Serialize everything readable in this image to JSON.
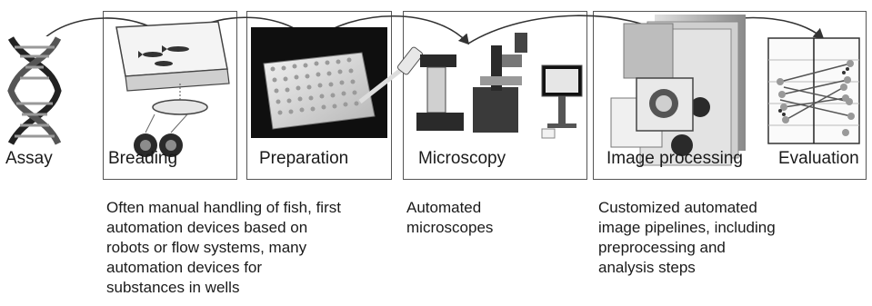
{
  "stages": [
    {
      "id": "assay",
      "label": "Assay",
      "image": "dna-double-helix"
    },
    {
      "id": "breading",
      "label": "Breading",
      "image": "zebrafish-tank"
    },
    {
      "id": "preparation",
      "label": "Preparation",
      "image": "well-plate-with-pipette"
    },
    {
      "id": "microscopy",
      "label": "Microscopy",
      "image": "automated-microscope"
    },
    {
      "id": "image_processing",
      "label": "Image processing",
      "image": "stacked-image-frames"
    },
    {
      "id": "evaluation",
      "label": "Evaluation",
      "image": "scatter-evaluation-plot"
    }
  ],
  "descriptions": {
    "manual": [
      "Often manual handling of fish, first",
      "automation devices based on",
      "robots or flow systems, many",
      "automation devices for",
      "substances in wells"
    ],
    "microscopes": [
      "Automated",
      "microscopes"
    ],
    "pipelines": [
      "Customized automated",
      "image pipelines, including",
      "preprocessing and",
      "analysis steps"
    ]
  },
  "colors": {
    "border": "#555555",
    "arrow": "#333333",
    "image_dark": "#2a2a2a",
    "image_mid": "#8c8c8c",
    "image_light": "#d6d6d6"
  }
}
